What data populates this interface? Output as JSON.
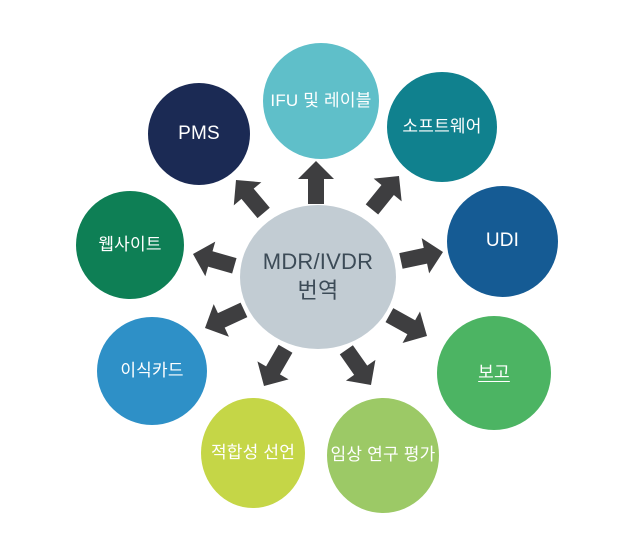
{
  "diagram": {
    "center": {
      "label_line1": "MDR/IVDR",
      "label_line2": "번역",
      "color": "#c2ccd3",
      "text_color": "#3c4b57"
    },
    "nodes": [
      {
        "id": "ifu",
        "label": "IFU 및 레이블",
        "color": "#5fbfc9"
      },
      {
        "id": "software",
        "label": "소프트웨어",
        "color": "#10818e"
      },
      {
        "id": "udi",
        "label": "UDI",
        "color": "#155b94"
      },
      {
        "id": "report",
        "label": "보고",
        "color": "#4cb463"
      },
      {
        "id": "clinical",
        "label": "임상 연구 평가",
        "color": "#9cc966"
      },
      {
        "id": "conformity",
        "label": "적합성 선언",
        "color": "#c5d647"
      },
      {
        "id": "implant",
        "label": "이식카드",
        "color": "#2e90c7"
      },
      {
        "id": "website",
        "label": "웹사이트",
        "color": "#0e7f55"
      },
      {
        "id": "pms",
        "label": "PMS",
        "color": "#1b2a54"
      }
    ],
    "arrow_color": "#3e3e40"
  }
}
